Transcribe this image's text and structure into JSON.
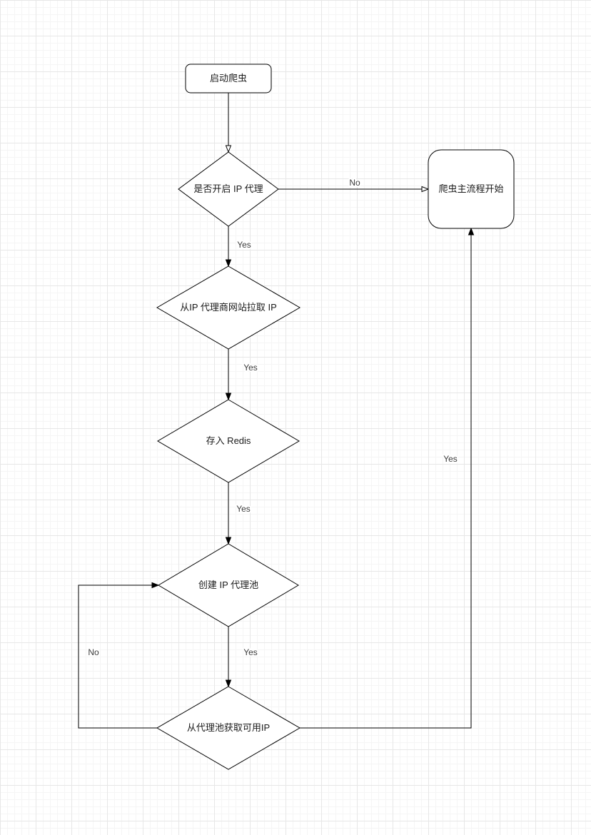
{
  "canvas": {
    "background": "#ffffff",
    "grid_minor_color": "#f5f5f5",
    "grid_major_color": "#e7e7e7",
    "shape_fill": "#ffffff",
    "shape_stroke": "#000000",
    "text_color": "#1a1a1a"
  },
  "flowchart": {
    "nodes": {
      "start": {
        "shape": "rounded-rect",
        "label": "启动爬虫"
      },
      "check_proxy": {
        "shape": "diamond",
        "label": "是否开启 IP 代理"
      },
      "main_process": {
        "shape": "rounded-rect",
        "label": "爬虫主流程开始"
      },
      "pull_ip": {
        "shape": "diamond",
        "label": "从IP 代理商网站拉取 IP"
      },
      "store_redis": {
        "shape": "diamond",
        "label": "存入 Redis"
      },
      "create_pool": {
        "shape": "diamond",
        "label": "创建 IP 代理池"
      },
      "get_ip": {
        "shape": "diamond",
        "label": "从代理池获取可用IP"
      }
    },
    "edges": {
      "start_to_check": {
        "label": ""
      },
      "check_to_main": {
        "label": "No"
      },
      "check_to_pull": {
        "label": "Yes"
      },
      "pull_to_redis": {
        "label": "Yes"
      },
      "redis_to_pool": {
        "label": "Yes"
      },
      "pool_to_get": {
        "label": "Yes"
      },
      "get_to_main": {
        "label": "Yes"
      },
      "get_to_pool": {
        "label": "No"
      }
    }
  }
}
